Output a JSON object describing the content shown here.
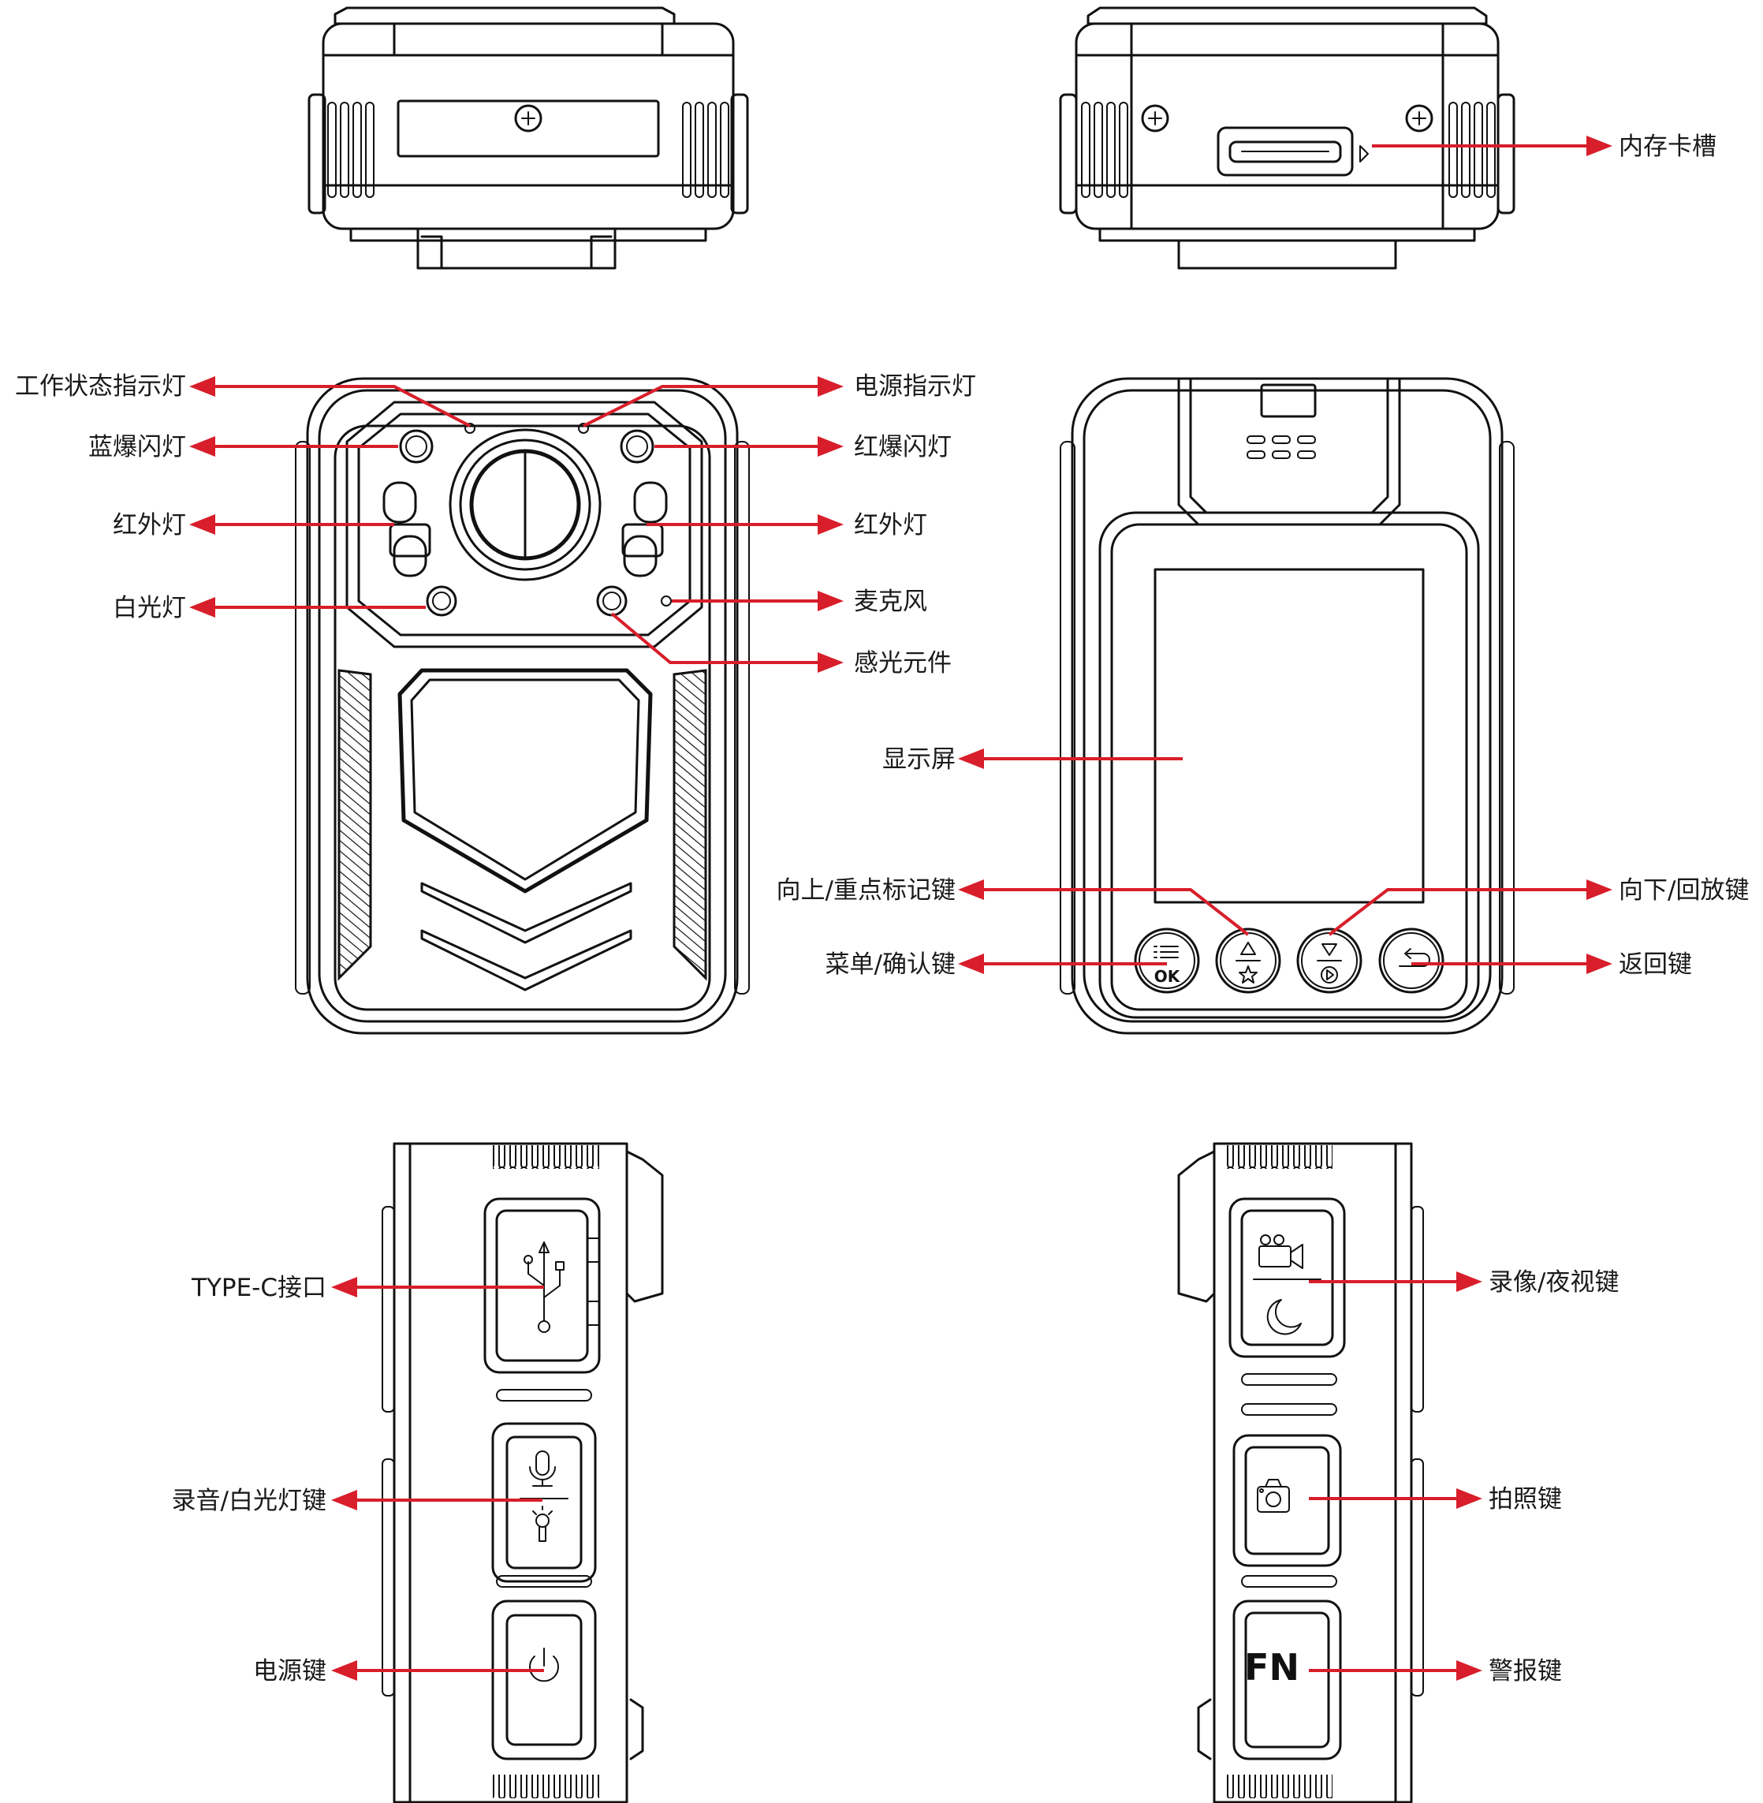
{
  "accent_color": "#d81e2a",
  "labels": {
    "memory_card_slot": "内存卡槽",
    "work_status_indicator": "工作状态指示灯",
    "blue_flash": "蓝爆闪灯",
    "infrared_left": "红外灯",
    "white_light": "白光灯",
    "power_indicator": "电源指示灯",
    "red_flash": "红爆闪灯",
    "infrared_right": "红外灯",
    "microphone": "麦克风",
    "light_sensor": "感光元件",
    "display": "显示屏",
    "up_mark_key": "向上/重点标记键",
    "menu_ok_key": "菜单/确认键",
    "down_playback_key": "向下/回放键",
    "back_key": "返回键",
    "typec_port": "TYPE-C接口",
    "audio_whitelight_key": "录音/白光灯键",
    "power_key": "电源键",
    "record_night_key": "录像/夜视键",
    "photo_key": "拍照键",
    "alarm_key": "警报键"
  },
  "button_glyphs": {
    "ok": "OK",
    "fn": "FN"
  },
  "icons": [
    "plus-screw-icon",
    "sd-card-icon",
    "usb-icon",
    "mic-icon",
    "torch-icon",
    "power-icon",
    "video-icon",
    "moon-icon",
    "camera-icon",
    "up-triangle-icon",
    "star-icon",
    "down-triangle-icon",
    "play-icon",
    "back-arrow-icon",
    "menu-list-icon"
  ]
}
